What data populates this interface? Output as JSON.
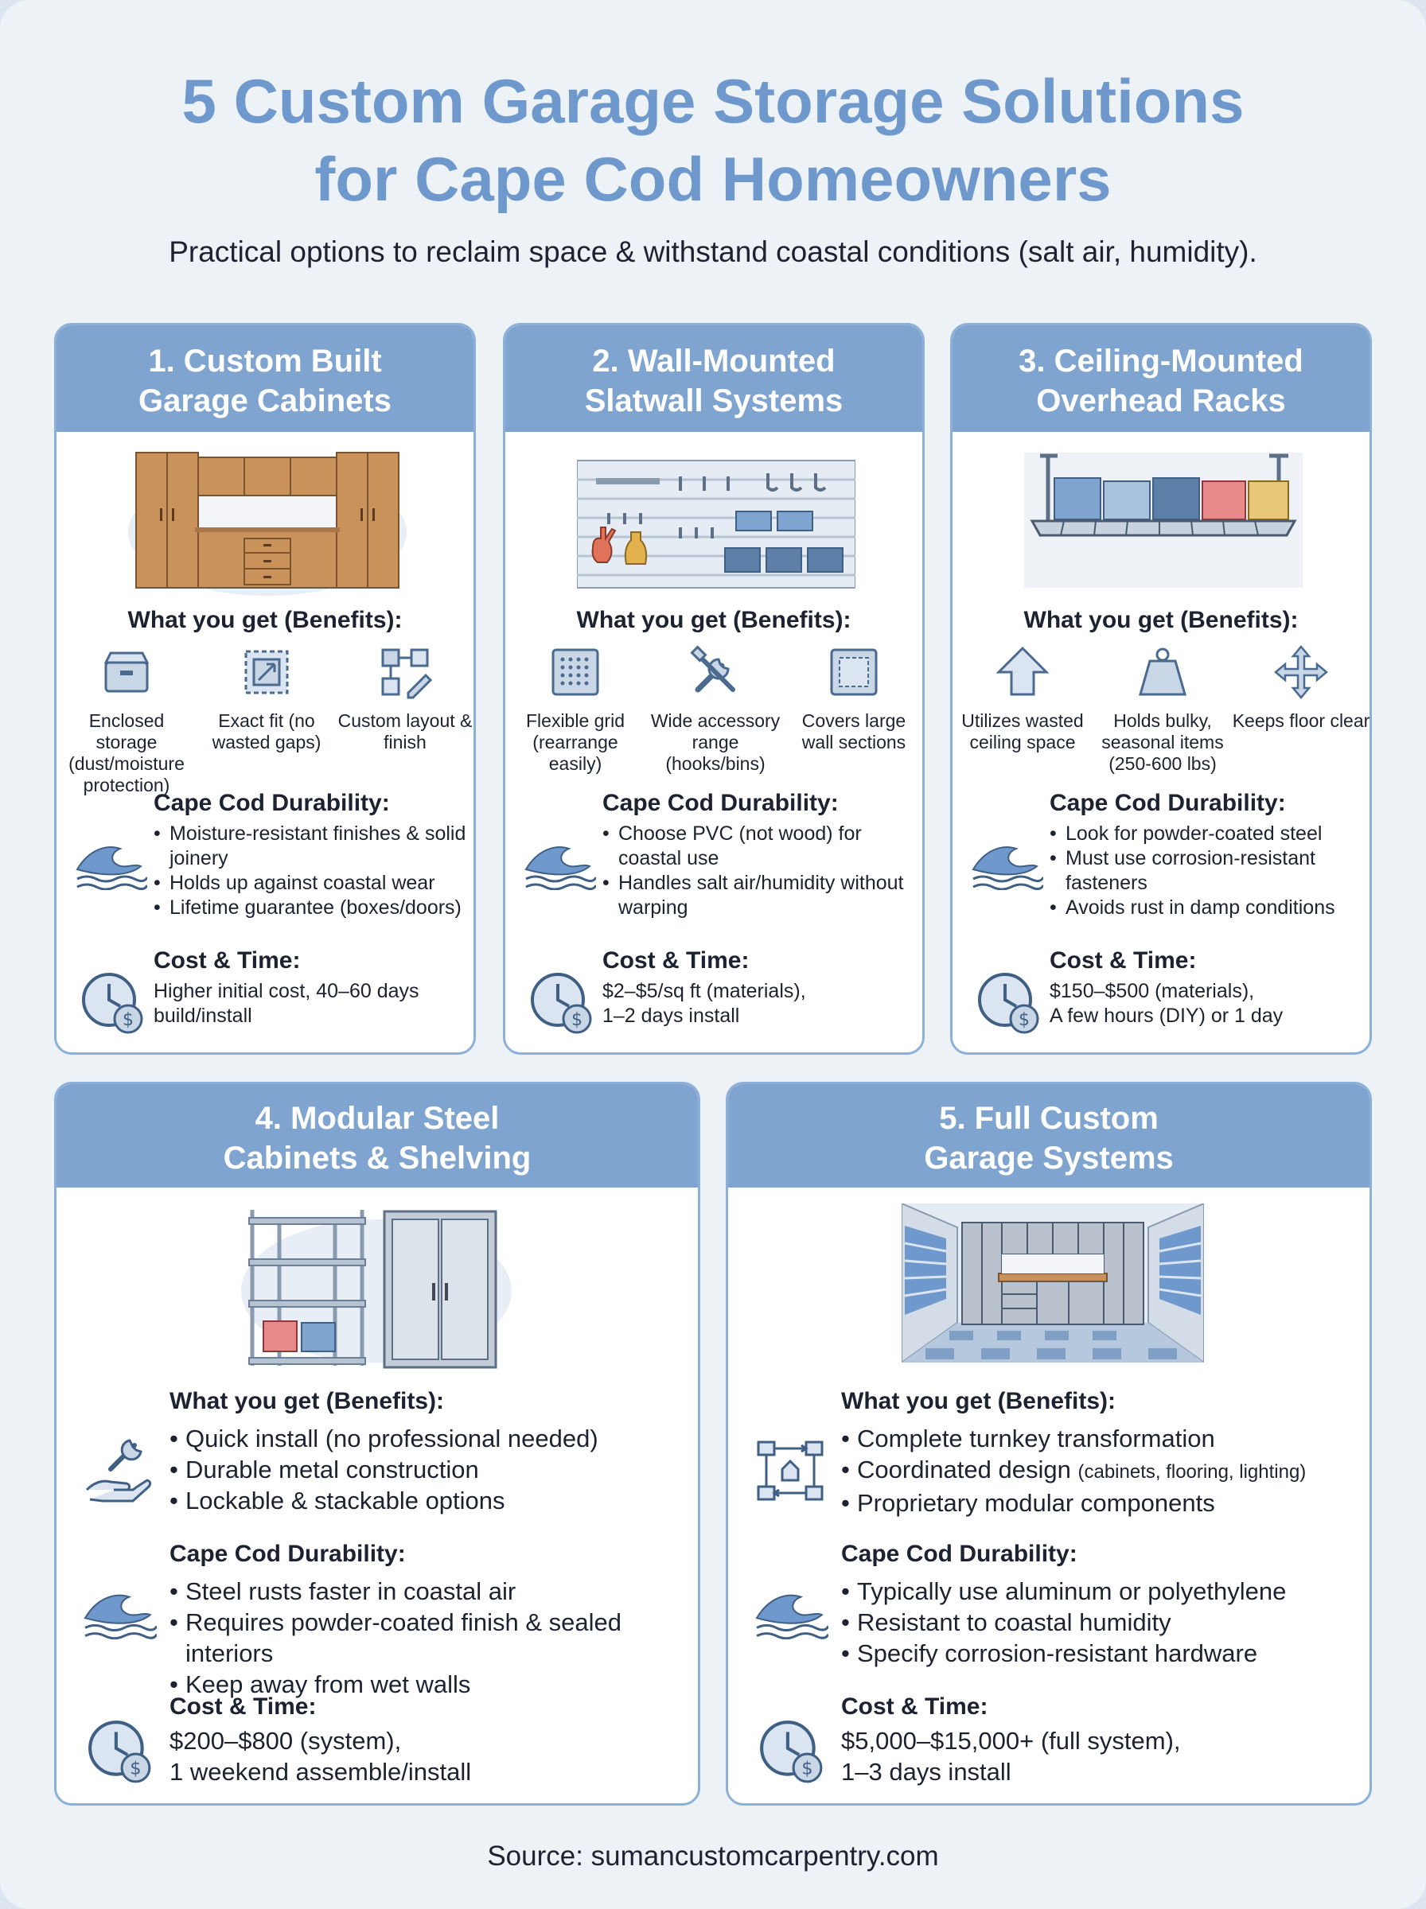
{
  "header": {
    "title_line1": "5 Custom Garage Storage Solutions",
    "title_line2": "for Cape Cod Homeowners",
    "subtitle": "Practical options to reclaim space & withstand coastal conditions (salt air, humidity)."
  },
  "labels": {
    "benefits": "What you get (Benefits):",
    "durability": "Cape Cod Durability:",
    "cost": "Cost & Time:"
  },
  "cards": [
    {
      "title_line1": "1. Custom Built",
      "title_line2": "Garage Cabinets",
      "benefits": [
        {
          "icon": "storage-box-icon",
          "text": "Enclosed storage (dust/moisture protection)"
        },
        {
          "icon": "exact-fit-icon",
          "text": "Exact fit (no wasted gaps)"
        },
        {
          "icon": "custom-layout-icon",
          "text": "Custom layout & finish"
        }
      ],
      "durability": [
        "Moisture-resistant finishes & solid joinery",
        "Holds up against coastal wear",
        "Lifetime guarantee (boxes/doors)"
      ],
      "cost_line1": "Higher initial cost, 40–60 days",
      "cost_line2": "build/install"
    },
    {
      "title_line1": "2. Wall-Mounted",
      "title_line2": "Slatwall Systems",
      "benefits": [
        {
          "icon": "grid-icon",
          "text": "Flexible grid (rearrange easily)"
        },
        {
          "icon": "tools-icon",
          "text": "Wide accessory range (hooks/bins)"
        },
        {
          "icon": "wall-panel-icon",
          "text": "Covers large wall sections"
        }
      ],
      "durability": [
        "Choose PVC (not wood) for coastal use",
        "Handles salt air/humidity without warping"
      ],
      "cost_line1": "$2–$5/sq ft (materials),",
      "cost_line2": "1–2 days install"
    },
    {
      "title_line1": "3. Ceiling-Mounted",
      "title_line2": "Overhead Racks",
      "benefits": [
        {
          "icon": "up-arrow-icon",
          "text": "Utilizes wasted ceiling space"
        },
        {
          "icon": "weight-icon",
          "text": "Holds bulky, seasonal items (250-600 lbs)"
        },
        {
          "icon": "move-arrows-icon",
          "text": "Keeps floor clear"
        }
      ],
      "durability": [
        "Look for powder-coated steel",
        "Must use corrosion-resistant fasteners",
        "Avoids rust in damp conditions"
      ],
      "cost_line1": "$150–$500 (materials),",
      "cost_line2": "A few hours (DIY) or 1 day"
    },
    {
      "title_line1": "4. Modular Steel",
      "title_line2": "Cabinets & Shelving",
      "benefits_list": [
        "Quick install (no professional needed)",
        "Durable metal construction",
        "Lockable & stackable options"
      ],
      "durability": [
        "Steel rusts faster in coastal air",
        "Requires powder-coated finish & sealed interiors",
        "Keep away from wet walls"
      ],
      "cost_line1": "$200–$800 (system),",
      "cost_line2": "1 weekend assemble/install"
    },
    {
      "title_line1": "5. Full Custom",
      "title_line2": "Garage Systems",
      "benefits_list": [
        "Complete turnkey transformation",
        "Coordinated design",
        "Proprietary modular components"
      ],
      "benefits_note": "(cabinets, flooring, lighting)",
      "durability": [
        "Typically use aluminum or polyethylene",
        "Resistant to coastal humidity",
        "Specify corrosion-resistant hardware"
      ],
      "cost_line1": "$5,000–$15,000+ (full system),",
      "cost_line2": "1–3 days install"
    }
  ],
  "footer": {
    "source": "Source: sumancustomcarpentry.com"
  },
  "colors": {
    "accent": "#7fa4cf",
    "title": "#6f99cc",
    "background": "#edf2f7",
    "wood": "#c8925a"
  }
}
